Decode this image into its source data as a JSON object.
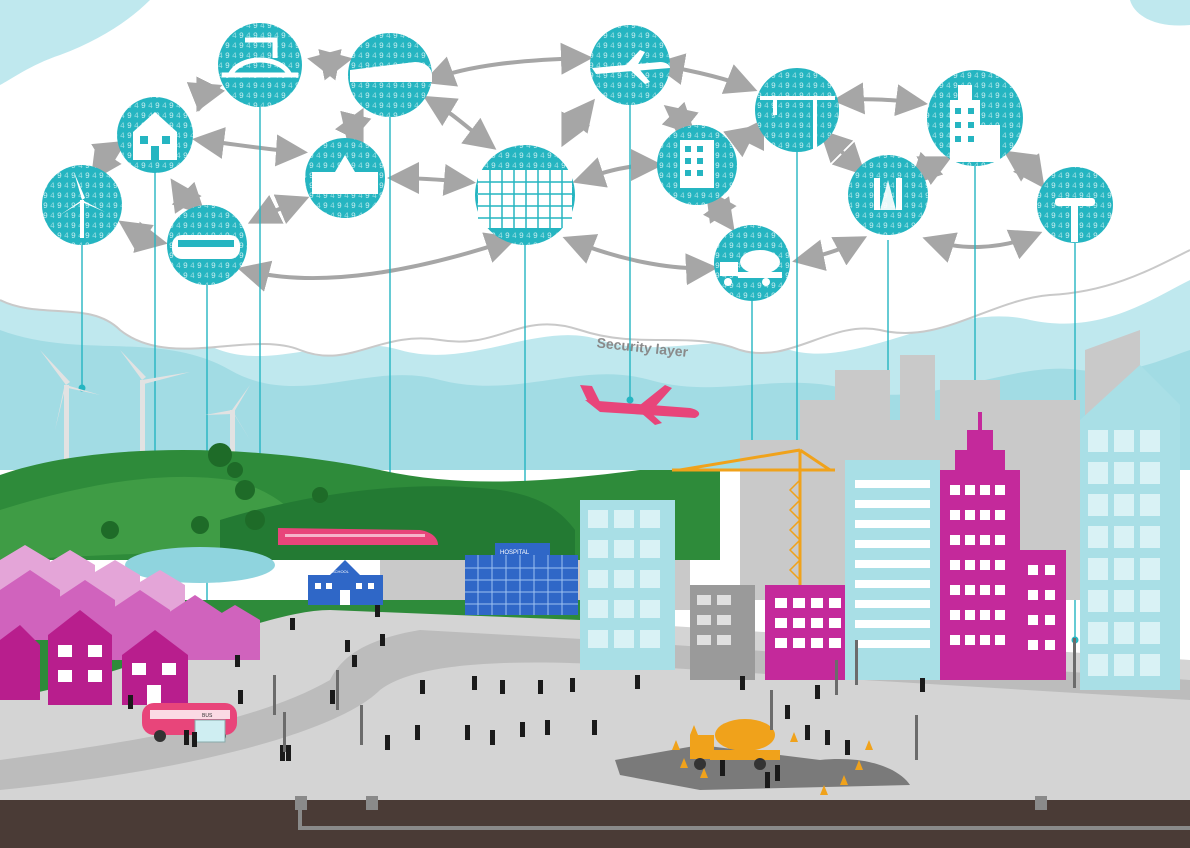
{
  "diagram": {
    "security_layer_label": "Security layer",
    "hospital_sign": "HOSPITAL",
    "school_sign": "SCHOOL",
    "bus_sign": "BUS",
    "colors": {
      "teal": "#25b5c1",
      "teal_dark": "#1a9aa6",
      "cloud_band": "#a9dfe6",
      "magenta": "#c4299b",
      "pink": "#e8457a",
      "green": "#2e8b3a",
      "green_light": "#4fa64b",
      "grey_building": "#b9b9b9",
      "ground": "#4a3b36",
      "road": "#cfcfcf",
      "crane": "#f0a21b",
      "hospital_blue": "#2f67c7"
    },
    "nodes": [
      {
        "id": "wind-turbine",
        "icon": "wind-turbine-icon"
      },
      {
        "id": "house",
        "icon": "house-icon"
      },
      {
        "id": "bridge",
        "icon": "bridge-icon"
      },
      {
        "id": "train",
        "icon": "train-icon"
      },
      {
        "id": "school",
        "icon": "school-icon"
      },
      {
        "id": "bus",
        "icon": "bus-icon"
      },
      {
        "id": "hospital",
        "icon": "hospital-icon"
      },
      {
        "id": "airplane",
        "icon": "airplane-icon"
      },
      {
        "id": "office",
        "icon": "office-building-icon"
      },
      {
        "id": "crane",
        "icon": "crane-icon"
      },
      {
        "id": "cement-truck",
        "icon": "cement-truck-icon"
      },
      {
        "id": "cell-tower",
        "icon": "cell-tower-icon"
      },
      {
        "id": "skyscraper",
        "icon": "skyscraper-icon"
      },
      {
        "id": "street-lamp",
        "icon": "street-lamp-icon"
      }
    ]
  }
}
